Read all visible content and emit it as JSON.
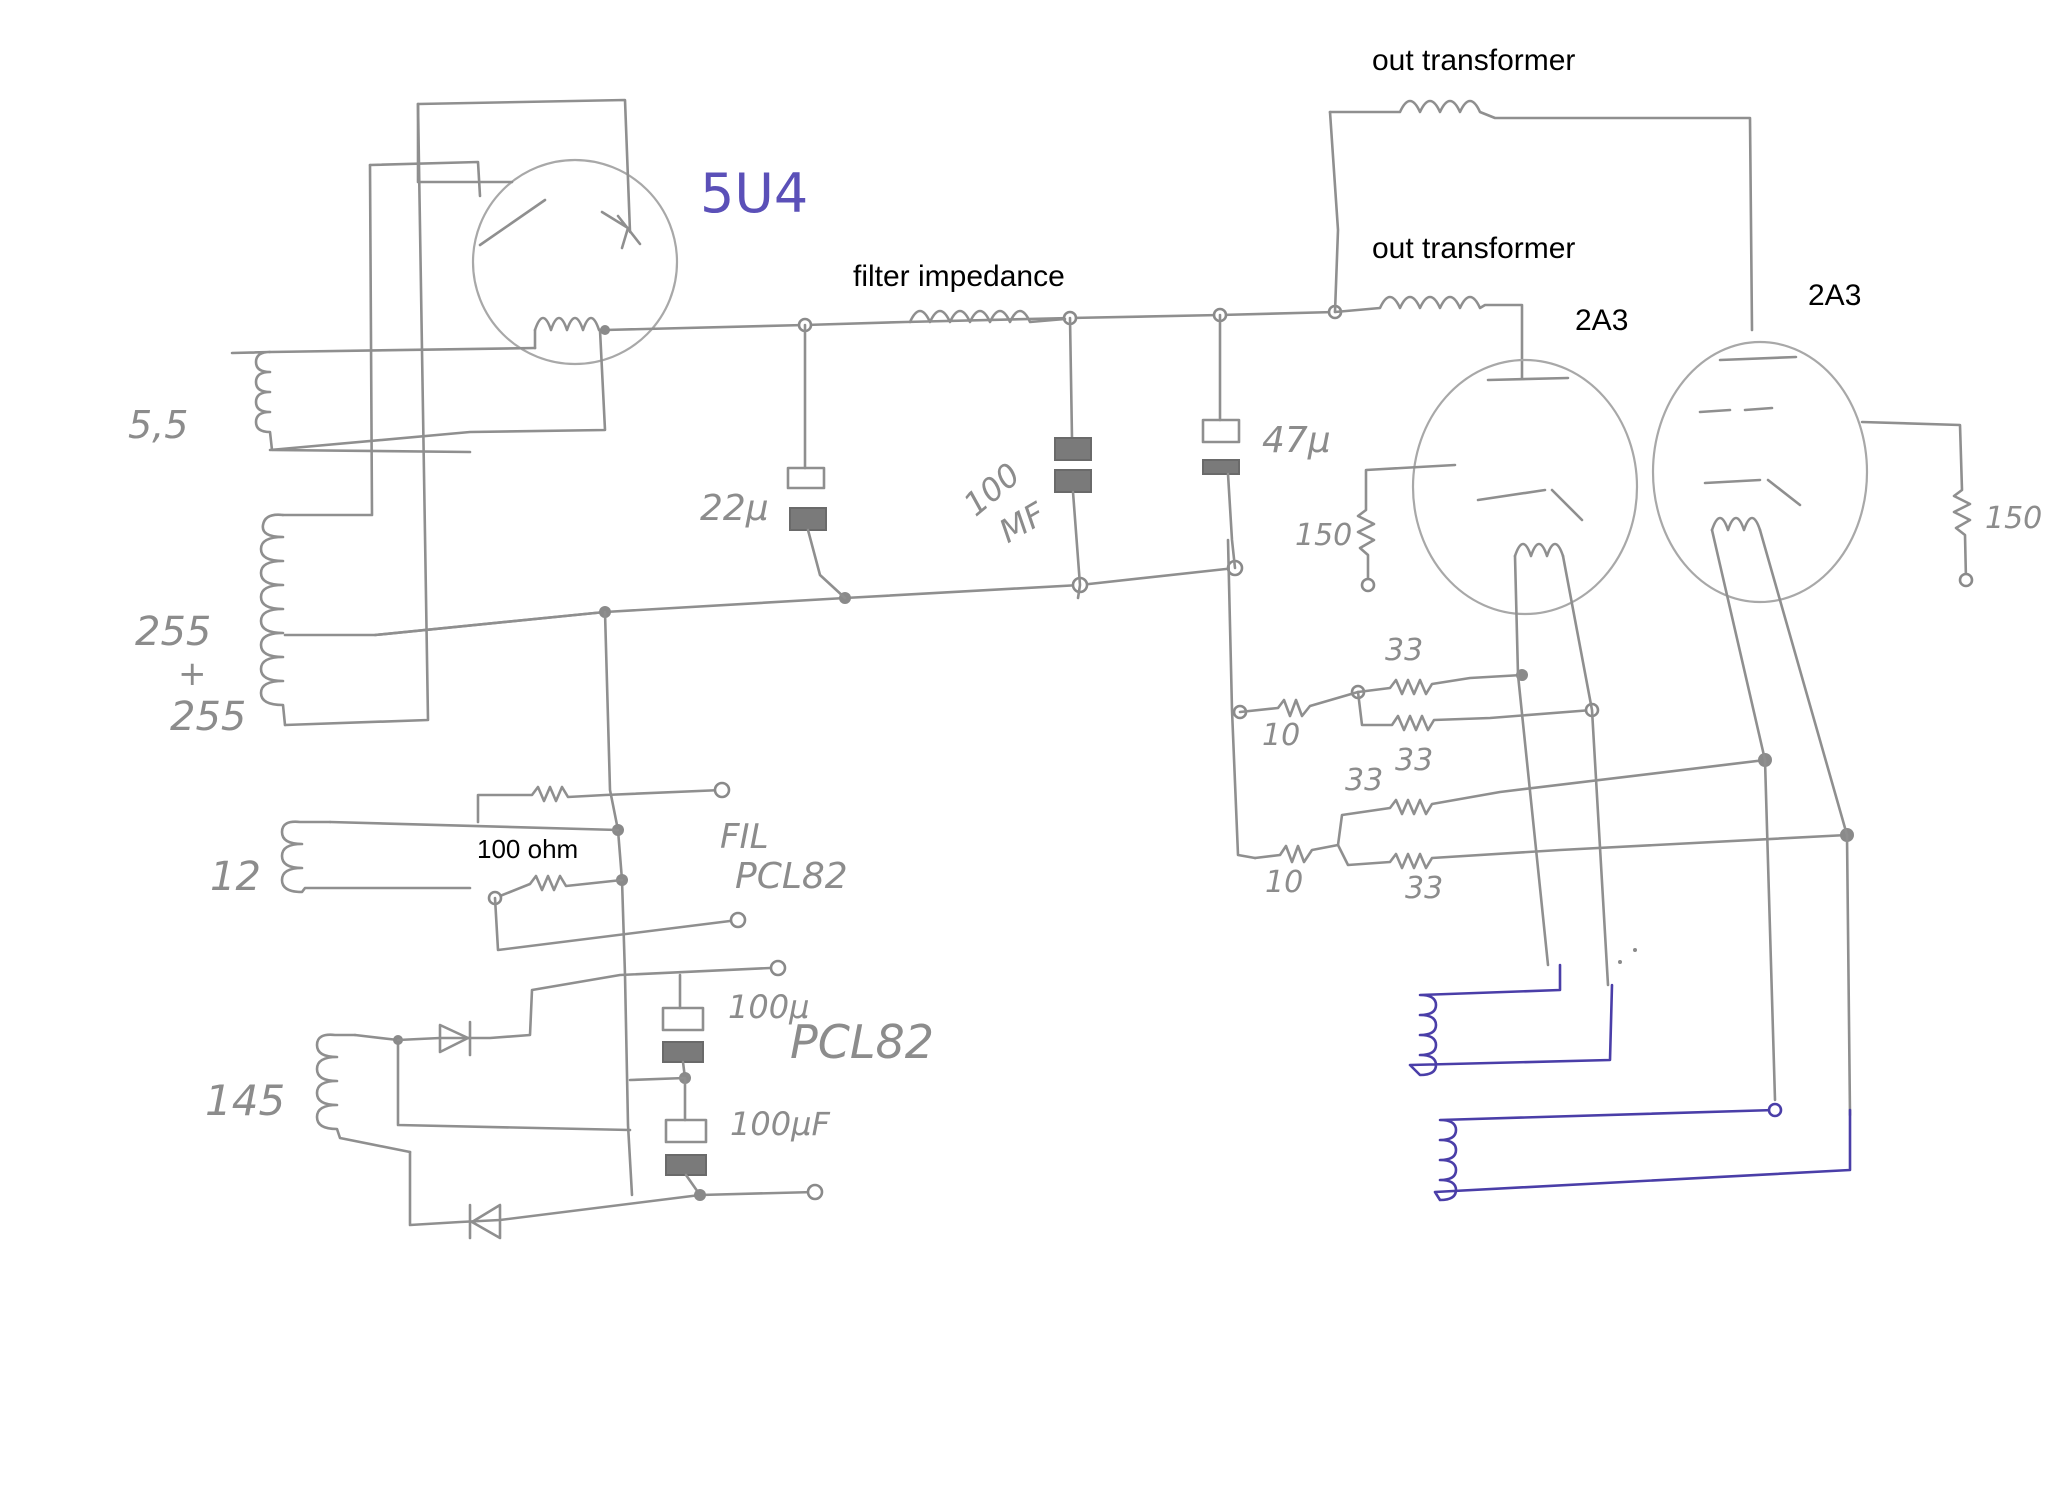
{
  "labels": {
    "tube_rectifier": "5U4",
    "out_transformer_top": "out transformer",
    "out_transformer_mid": "out transformer",
    "filter_impedance": "filter impedance",
    "tube_2a3_left": "2A3",
    "tube_2a3_right": "2A3",
    "winding_5v": "5,5",
    "winding_hv": "255\n+\n255",
    "winding_12": "12",
    "winding_145": "145",
    "cap_22": "22µ",
    "cap_100": "100\nMF",
    "cap_47": "47µ",
    "res_150_left": "150",
    "res_150_right": "150",
    "res_33_a": "33",
    "res_33_b": "33",
    "res_33_c": "33",
    "res_33_d": "33",
    "res_10_a": "10",
    "res_10_b": "10",
    "res_100_ohm": "100 ohm",
    "fil_pcl82": "FIL\nPCL82",
    "pcl82": "PCL82",
    "cap_100u_a": "100µ",
    "cap_100u_b": "100µF"
  },
  "colors": {
    "pencil": "#8f8f8f",
    "blue_ink": "#4a3ea8",
    "typed_text": "#000000"
  }
}
